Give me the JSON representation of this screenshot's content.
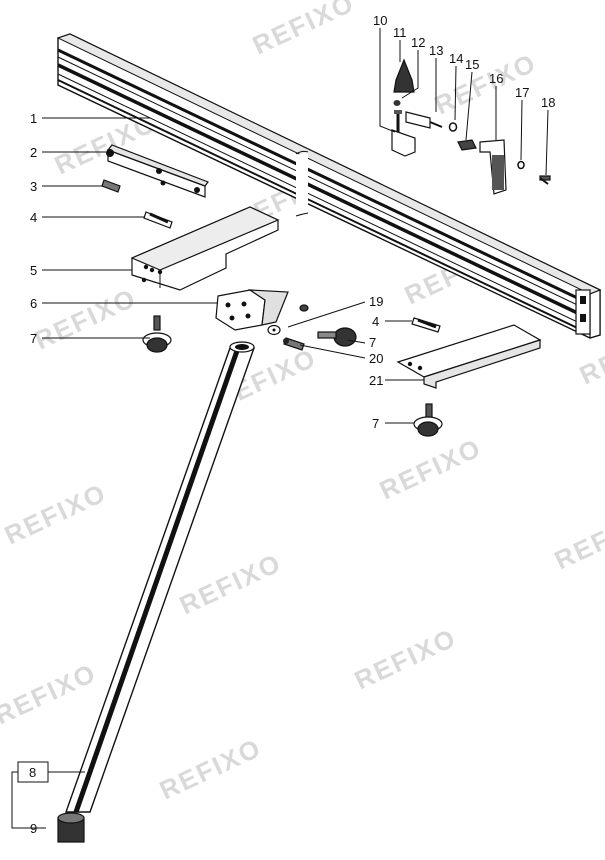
{
  "watermark": "REFIXO",
  "labels": {
    "p1": "1",
    "p2": "2",
    "p3": "3",
    "p4a": "4",
    "p4b": "4",
    "p5": "5",
    "p6": "6",
    "p7a": "7",
    "p7b": "7",
    "p7c": "7",
    "p8": "8",
    "p9": "9",
    "p10": "10",
    "p11": "11",
    "p12": "12",
    "p13": "13",
    "p14": "14",
    "p15": "15",
    "p16": "16",
    "p17": "17",
    "p18": "18",
    "p19": "19",
    "p20": "20",
    "p21": "21"
  }
}
